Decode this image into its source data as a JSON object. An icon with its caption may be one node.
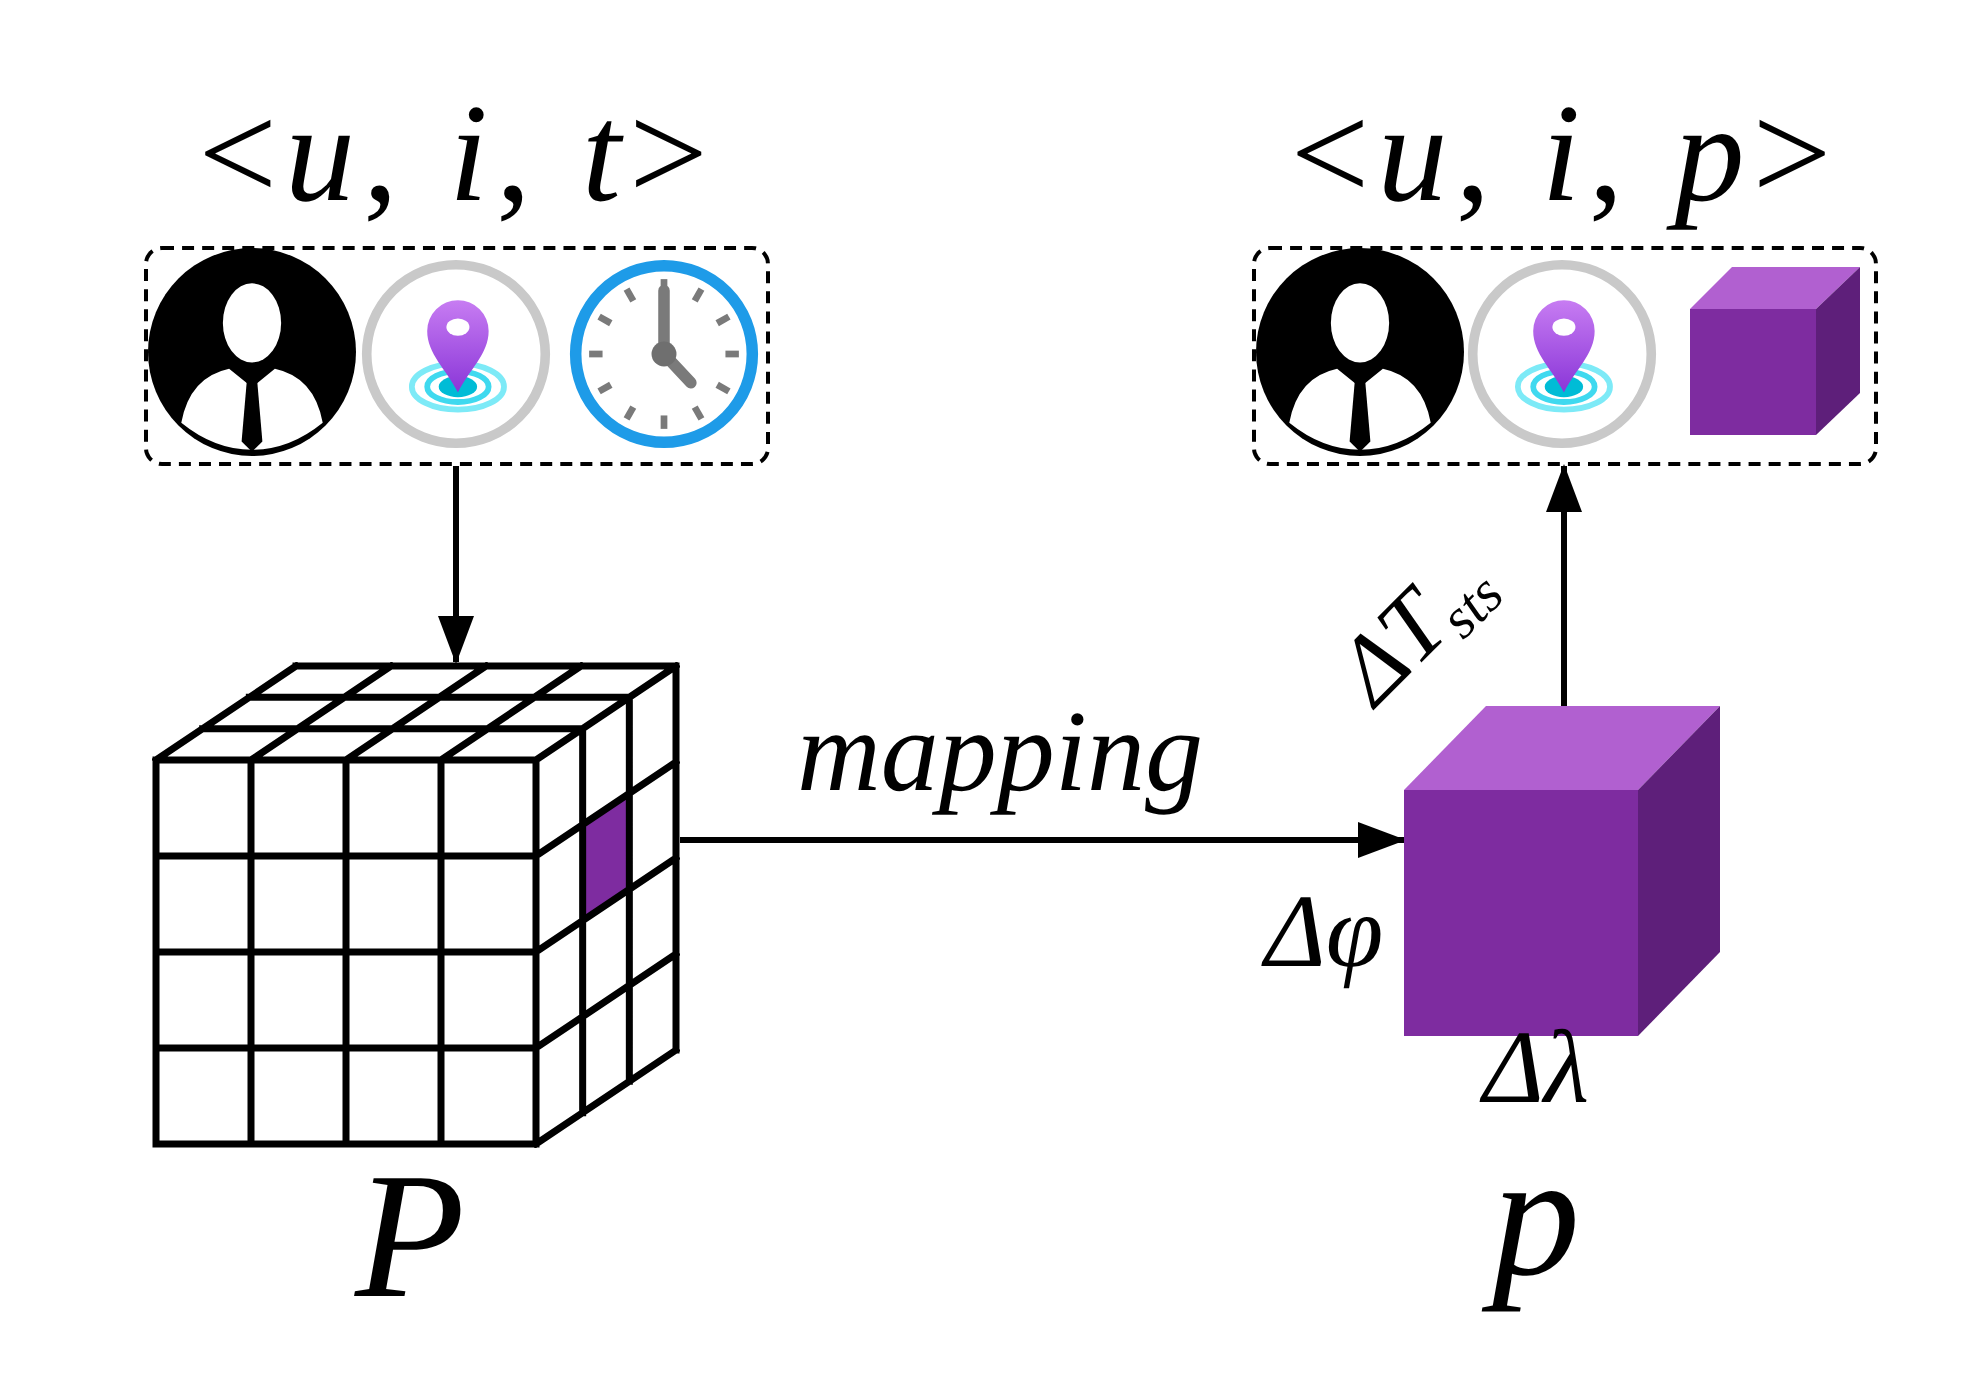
{
  "diagram": {
    "nodes": [
      {
        "text": [
          "<*u*, *i*, *t*>"
        ]
      },
      {
        "text": [],
        "shape": "cube",
        "beside": [
          "P"
        ]
      },
      {
        "text": [],
        "shape": "cube",
        "beside": [
          "ΔT$_{sts}$",
          "Δφ",
          "Δλ",
          "p"
        ]
      },
      {
        "text": [
          "<*u*, *i*, *p*>"
        ]
      }
    ],
    "edges": [
      {
        "from": 0,
        "to": 1,
        "arrow": "to"
      },
      {
        "from": 1,
        "to": 2,
        "arrow": "to",
        "label": "mapping"
      },
      {
        "from": 2,
        "to": 3,
        "arrow": "to"
      }
    ]
  }
}
